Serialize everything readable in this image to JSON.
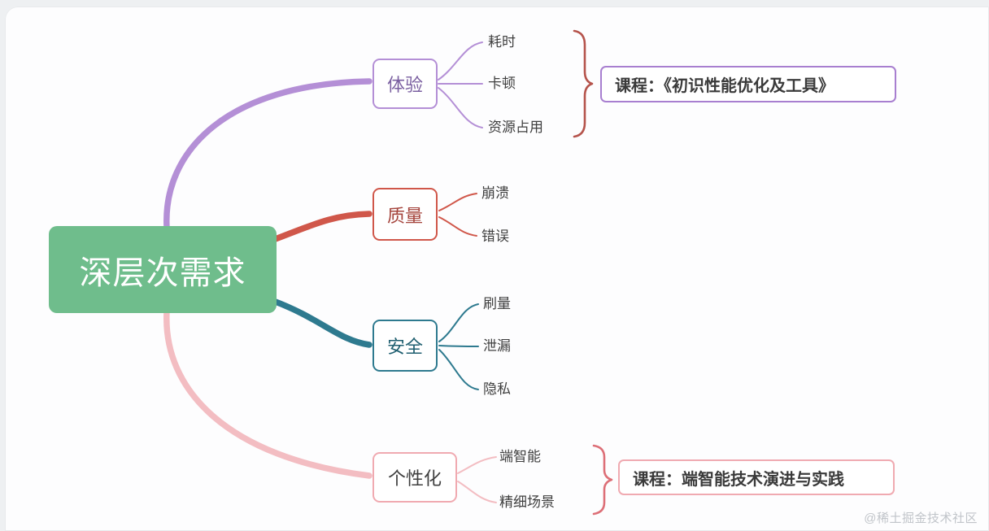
{
  "root": {
    "label": "深层次需求"
  },
  "branches": [
    {
      "label": "体验",
      "children": [
        "耗时",
        "卡顿",
        "资源占用"
      ],
      "course": "课程：《初识性能优化及工具》"
    },
    {
      "label": "质量",
      "children": [
        "崩溃",
        "错误"
      ]
    },
    {
      "label": "安全",
      "children": [
        "刷量",
        "泄漏",
        "隐私"
      ]
    },
    {
      "label": "个性化",
      "children": [
        "端智能",
        "精细场景"
      ],
      "course": "课程：端智能技术演进与实践"
    }
  ],
  "watermark": "@稀土掘金技术社区",
  "colors": {
    "green": "#6fbd8c",
    "purple": "#b48fd6",
    "purple-border": "#a87fd0",
    "purple-text": "#7a5fa0",
    "red": "#d0574a",
    "red-text": "#a5443c",
    "teal": "#2e7a8f",
    "teal-text": "#1f5f70",
    "pink": "#f3bdc2",
    "pink-border": "#f0aab1",
    "brace-red": "#b5534b",
    "brace-pink": "#dd6f77",
    "text-dark": "#3f3f3f",
    "watermark-gray": "#c0c4c9"
  }
}
